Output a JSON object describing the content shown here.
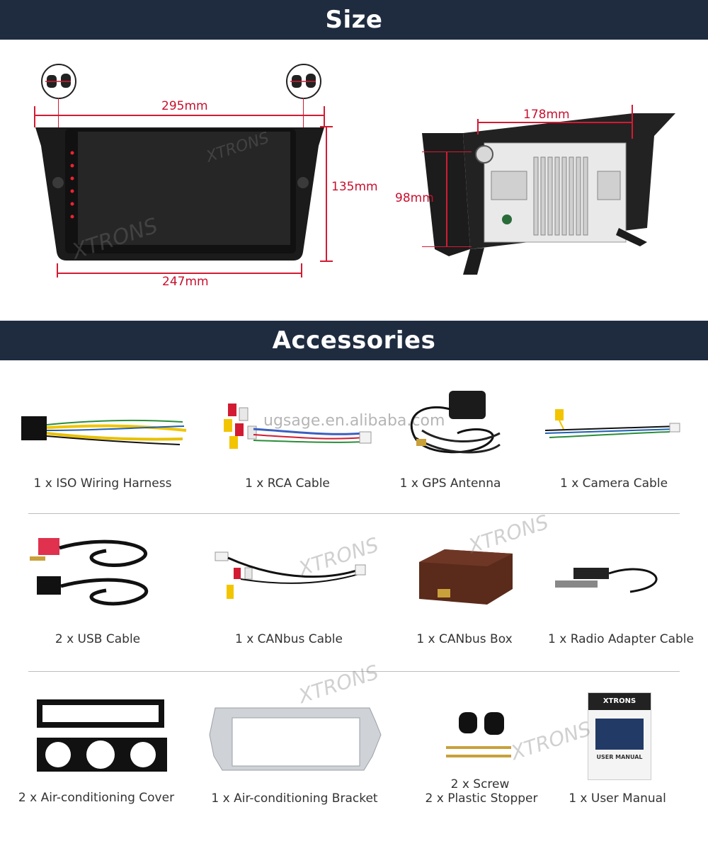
{
  "headers": {
    "size": "Size",
    "accessories": "Accessories"
  },
  "dimensions": {
    "width_top": "295mm",
    "height_front": "135mm",
    "width_bottom": "247mm",
    "depth": "178mm",
    "height_back": "98mm"
  },
  "watermark": "ugsage.en.alibaba.com",
  "brand": "XTRONS",
  "accessories": {
    "row1": [
      {
        "label": "1 x ISO Wiring Harness"
      },
      {
        "label": "1 x RCA Cable"
      },
      {
        "label": "1 x GPS Antenna"
      },
      {
        "label": "1 x Camera Cable"
      }
    ],
    "row2": [
      {
        "label": "2 x USB Cable"
      },
      {
        "label": "1 x CANbus Cable"
      },
      {
        "label": "1 x CANbus Box"
      },
      {
        "label": "1 x Radio Adapter Cable"
      }
    ],
    "row3": [
      {
        "label": "2 x Air-conditioning Cover"
      },
      {
        "label": "1 x Air-conditioning Bracket"
      },
      {
        "label": "2 x Screw",
        "label2": "2 x Plastic Stopper"
      },
      {
        "label": "1 x User Manual"
      }
    ]
  },
  "manual": {
    "brand": "XTRONS",
    "title": "USER MANUAL"
  },
  "colors": {
    "banner": "#1f2c40",
    "dimension": "#d21b33"
  }
}
